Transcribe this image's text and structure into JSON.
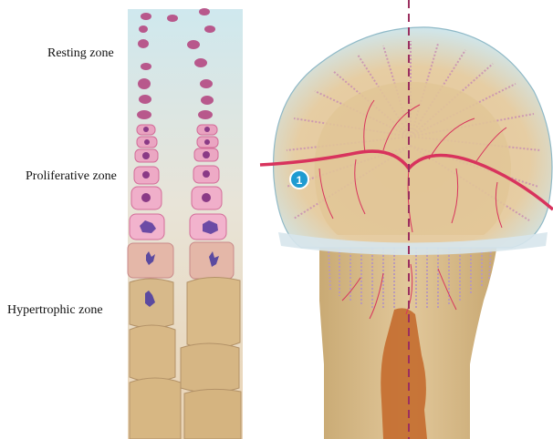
{
  "labels": {
    "resting": "Resting zone",
    "proliferative": "Proliferative zone",
    "hypertrophic": "Hypertrophic zone"
  },
  "marker": {
    "number": "1",
    "color": "#1f9bd1"
  },
  "colors": {
    "cartilage_top": "#cfe8ee",
    "cartilage_bottom": "#ead3b3",
    "bone": "#dcc08e",
    "cell_membrane": "#e07aa6",
    "nucleus": "#7a2b7a",
    "vessel": "#d8335d",
    "marrow": "#c46c2d",
    "axis_line": "#9b2f5f"
  }
}
